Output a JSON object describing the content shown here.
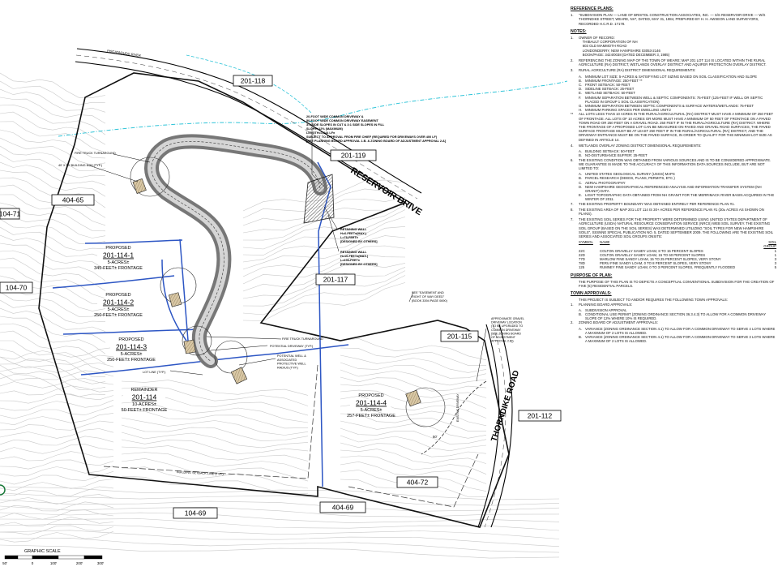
{
  "map_tags": [
    "201-118",
    "201-119",
    "201-117",
    "201-115",
    "201-112",
    "404-72",
    "404-69",
    "104-69",
    "104-70",
    "104-71",
    "404-65"
  ],
  "street_names": [
    "RESERVOIR DRIVE",
    "THORNDIKE ROAD"
  ],
  "stream_name": "PISCATAQUOG RIVER",
  "lots": [
    {
      "id": "201-114-1",
      "status": "PROPOSED",
      "area": "5-ACRES±",
      "frontage": "345-FEET± FRONTAGE"
    },
    {
      "id": "201-114-2",
      "status": "PROPOSED",
      "area": "5-ACRES±",
      "frontage": "250-FEET± FRONTAGE"
    },
    {
      "id": "201-114-3",
      "status": "PROPOSED",
      "area": "5-ACRES±",
      "frontage": "250-FEET± FRONTAGE"
    },
    {
      "id": "201-114",
      "status": "REMAINDER",
      "area": "10-ACRES±",
      "frontage": "50-FEET± FRONTAGE"
    },
    {
      "id": "201-114-4",
      "status": "PROPOSED",
      "area": "5-ACRES±",
      "frontage": "257-FEET± FRONTAGE"
    }
  ],
  "callouts": {
    "driveway_note": [
      "20-FOOT WIDE COMMON DRIVEWAY &",
      "50-FOOT WIDE COMMON DRIVEWAY EASEMENT",
      "3:1 SIDE SLOPES IN CUT & 3:1 SIDE SLOPES IN FILL",
      "SLOPE=12% (MAXIMUM)",
      "LENGTH=1,344 LF±",
      "SUBJECT TO APPROVAL FROM FIRE CHIEF (REQUIRED FOR DRIVEWAYS OVER 400 LF)",
      "[SEE PLANNING BOARD APPROVAL 1.B. & ZONING BOARD OF ADJUSTMENT APPROVAL 2.A]"
    ],
    "retaining_wall_1": [
      "RETAINING WALL",
      "H=6-FEET±(MAX.)",
      "L=78-FEET±",
      "[DESIGNED BY OTHERS]"
    ],
    "retaining_wall_2": [
      "RETAINING WALL",
      "H=10-FEET±(MAX.)",
      "L=106-FEET±",
      "[DESIGNED BY OTHERS]"
    ],
    "fire_truck_turnaround_1": "FIRE TRUCK TURNAROUND",
    "building_box": "40' X 50' BUILDING BOX (TYP.)",
    "fire_truck_turnaround_2": "FIRE TRUCK TURNAROUND",
    "potential_driveway": "POTENTIAL DRIVEWAY (TYP.)",
    "potential_well_septic": [
      "POTENTIAL WELL &",
      "ASSOCIATED",
      "PROTECTIVE WELL",
      "RADIUS (TYP.)"
    ],
    "lot_line": "LOT LINE (TYP.)",
    "building_setback": "BUILDING SETBACK LINE (TYP.)",
    "easement_note": [
      "SEE \"EASEMENT AND",
      "RIGHT OF WAY DEED\"",
      "(BOOK 3394 PAGE 0690)"
    ],
    "gravel_driveway": [
      "APPROXIMATE GRAVEL",
      "DRIVEWAY LOCATION",
      "(TO BE UPGRADED TO",
      "COMMON DRIVEWAY",
      "[SEE ZONING BOARD",
      "OF ADJUSTMENT",
      "APPROVAL 2.B])"
    ],
    "existing_driveway": "EXISTING DRIVEWAY",
    "frontage_50": "50'"
  },
  "graphic_scale": {
    "title": "GRAPHIC SCALE",
    "ticks": [
      "50'",
      "0",
      "100'",
      "200'",
      "300'"
    ]
  },
  "notes": {
    "reference_title": "REFERENCE PLANS:",
    "reference_plans": [
      {
        "num": "1.",
        "text": "\"SUBDIVISION PLAN — LAND OF BRISTOL CONSTRUCTION ASSOCIATES, INC. — S/S RESERVOIR DRIVE — W/S THORNDIKE STREET, WEARE, NH\", DATED, MAY 31, 1984, PREPARED BY H. H. AWSEON LAND SURVEYORS, RECORDED H.C.R.D. 17178."
      }
    ],
    "notes_title": "NOTES:",
    "notes": [
      {
        "num": "1.",
        "text": "OWNER OF RECORD:\n    THIBAULT CORPORATION OF NH\n    603 OLD MAMMOTH ROAD\n    LONDONDERRY, NEW HAMPSHIRE 03053-2146\n    BOOK/PAGE: 3424/0038 (DATED DECEMBER 3, 1985)",
        "subs": []
      },
      {
        "num": "2.",
        "text": "REFERENCING THE ZONING MAP OF THE TOWN OF WEARE; MAP 201 LOT 114 IS LOCATED WITHIN THE RURAL AGRICULTURE (RA) DISTRICT, WETLANDS OVERLAY DISTRICT AND AQUIFER PROTECTION OVERLAY DISTRICT.",
        "subs": []
      },
      {
        "num": "3.",
        "text": "RURAL AGRICULTURE (RA) DISTRICT DIMENSIONAL REQUIREMENTS:",
        "subs": [
          {
            "num": "A.",
            "text": "MINIMUM LOT SIZE: 5-ACRES & SATISFYING LOT SIZING BASED ON SOIL CLASSIFICATION AND SLOPE"
          },
          {
            "num": "B.",
            "text": "MINIMUM FRONTAGE: 250-FEET **"
          },
          {
            "num": "C.",
            "text": "FRONT SETBACK: 50-FEET"
          },
          {
            "num": "D.",
            "text": "SIDELINE SETBACK: 25-FEET"
          },
          {
            "num": "E.",
            "text": "WETLAND SETBACK: 50-FEET"
          },
          {
            "num": "F.",
            "text": "MINIMUM SEPARATION BETWEEN WELL & SEPTIC COMPONENTS: 75-FEET (125-FEET IF WELL OR SEPTIC PLACED IN GROUP 1 SOIL CLASSIFICATION)"
          },
          {
            "num": "G.",
            "text": "MINIMUM SEPARATION BETWEEN SEPTIC COMPONENTS & SURFACE WATERS/WETLANDS: 75-FEET"
          },
          {
            "num": "H.",
            "text": "MINIMUM PARKING SPACES PER DWELLING UNIT:2"
          }
        ]
      },
      {
        "num": "**",
        "text": "ALL LOTS LESS THAN 10 ACRES IN THE RURAL/AGRICULTURAL (RA) DISTRICT MUST HAVE A MINIMUM OF 250 FEET OF FRONTAGE. ALL LOTS OF 10 ACRES OR MORE MUST HAVE A MINIMUM OF 50 FEET OF FRONTAGE ON A PAVED TOWN ROAD OR 250 FEET ON A GRAVEL ROAD. 250 FEET IF IN THE RURAL/AGRICULTURE (RA) DISTRICT. WHERE THE FRONTAGE OF A PROPOSED LOT CAN BE MEASURED ON PAVED AND GRAVEL ROAD SURFACES, THE PAVED SURFACE FRONTAGE MUST BE AT LEAST 250 FEET IF IN THE RURAL/AGRICULTURAL (RA) DISTRICT, AND THE DRIVEWAY ENTRANCE MUST BE ON THE PAVED SURFACE, IN ORDER TO QUALIFY FOR THE MINIMUM LOT SIZE AS DEFINED IN ARTICLE 14.",
        "subs": []
      },
      {
        "num": "4.",
        "text": "WETLANDS OVERLAY ZONING DISTRICT DIMENSIONAL REQUIREMENTS:",
        "subs": [
          {
            "num": "A.",
            "text": "BUILDING SETBACK: 50-FEET"
          },
          {
            "num": "B.",
            "text": "NO-DISTURBANCE BUFFER: 25-FEET"
          }
        ]
      },
      {
        "num": "6.",
        "text": "THE EXISTING CONDITION WAS OBTAINED FROM VARIOUS SOURCES AND IS TO BE CONSIDERED APPROXIMATE. WE GUARANTEE IS MADE TO THE ACCURACY OF THIS INFORMATION DATA SOURCES INCLUDE, BUT ARE NOT LIMITED TO:",
        "subs": [
          {
            "num": "A.",
            "text": "UNITED STATES GEOLOGICAL SURVEY (USGS) MAPS"
          },
          {
            "num": "B.",
            "text": "PARCEL RESEARCH (DEEDS, PLANS, PERMITS, ETC.)"
          },
          {
            "num": "C.",
            "text": "AERIAL PHOTOGRAPHY"
          },
          {
            "num": "D.",
            "text": "NEW HAMPSHIRE GEOGRAPHICAL REFERENCED ANALYSIS AND INFORMATION TRANSFER SYSTEM (NH GRANIT) DATA"
          },
          {
            "num": "E.",
            "text": "LIGHT TOPOGRAPHIC DATA OBTAINED FROM NH GRANIT FOR THE MERRIMACK RIVER BASIN ACQUIRED IN THE WINTER OF 2011."
          }
        ]
      },
      {
        "num": "7.",
        "text": "THE EXISTING PROPERTY BOUNDARY WAS OBTAINED ENTIRELY PER REFERENCE PLAN #1.",
        "subs": []
      },
      {
        "num": "8.",
        "text": "THE EXISTING AREA OF MAP 201 LOT 114 IS 30+ ACRES PER REFERENCE PLAN #1 (30± ACRES AS SHOWN ON PLANS).",
        "subs": []
      },
      {
        "num": "7.",
        "text": "THE EXISTING SOIL SERIES FOR THE PROPERTY WERE DETERMINED USING UNITED STATES DEPARTMENT OF AGRICULTURE (USDA) NATURAL RESOURCE CONSERVATION SERVICE (NRCS) WEB SOIL SURVEY. THE EXISTING SOIL GROUP (BASED ON THE SOIL SERIES) WAS DETERMINED UTILIZING \"SOIL TYPES FOR NEW HAMPSHIRE SOILS\", SSSNNE SPECIAL PUBLICATION NO. 5, DATED SEPTEMBER 2009. THE FOLLOWING ARE THE EXISTING SOIL SERIES AND ASSOCIATED SOIL GROUPS ONSITE:",
        "subs": []
      }
    ],
    "soil_header": [
      "SYMBOL",
      "NAME",
      "SOIL GROUP"
    ],
    "soils": [
      [
        "22C",
        "COLTON GRAVELLY SANDY LOAM, 8 TO 15 PERCENT SLOPES",
        "1"
      ],
      [
        "22D",
        "COLTON GRAVELLY SANDY LOAM, 15 TO 60 PERCENT SLOPES",
        "1"
      ],
      [
        "77D",
        "MARLOW FINE SANDY LOAM, 15 TO 25 PERCENT SLOPES, VERY STONY",
        "3"
      ],
      [
        "78D",
        "PERU FINE SANDY LOAM, 0 TO 8 PERCENT SLOPES, VERY STONY",
        "3"
      ],
      [
        "125",
        "RUMNEY FINE SANDY LOAM, 0 TO 3 PERCENT SLOPES, FREQUENTLY FLOODED",
        "5"
      ]
    ],
    "purpose_title": "PURPOSE OF PLAN:",
    "purpose": "THE PURPOSE OF THIS PLAN IS TO DEPICTS A CONCEPTUAL CONVENTIONAL SUBDIVISION FOR THE CREATION OF FIVE (5) RESIDENTIAL PARCELS.",
    "approvals_title": "TOWN APPROVALS:",
    "approvals_intro": "THIS PROJECT IS SUBJECT TO AND/OR REQUIRES THE FOLLOWING TOWN APPROVALS:",
    "approvals": [
      {
        "num": "1.",
        "text": "PLANNING BOARD APPROVALS:",
        "subs": [
          {
            "num": "A.",
            "text": "SUBDIVISION APPROVAL"
          },
          {
            "num": "B.",
            "text": "CONDITIONAL USE PERMIT (ZONING ORDINANCE SECTION 36.3.4.3) TO ALLOW FOR A COMMON DRIVEWAY SLOPE OF 12% WHERE 10% IS REQUIRED."
          }
        ]
      },
      {
        "num": "2.",
        "text": "ZONING BOARD OF ADJUSTMENT APPROVALS:",
        "subs": [
          {
            "num": "A.",
            "text": "VARIANCE (ZONING ORDINANCE SECTION 4.1) TO ALLOW FOR A COMMON DRIVEWAY TO SERVE 4 LOTS WHERE A MAXIMUM OF 2 LOTS IS ALLOWED."
          },
          {
            "num": "B.",
            "text": "VARIANCE (ZONING ORDINANCE SECTION 4.1) TO ALLOW FOR A COMMON DRIVEWAY TO SERVE 3 LOTS WHERE A MAXIMUM OF 2 LOTS IS ALLOWED."
          }
        ]
      }
    ]
  }
}
